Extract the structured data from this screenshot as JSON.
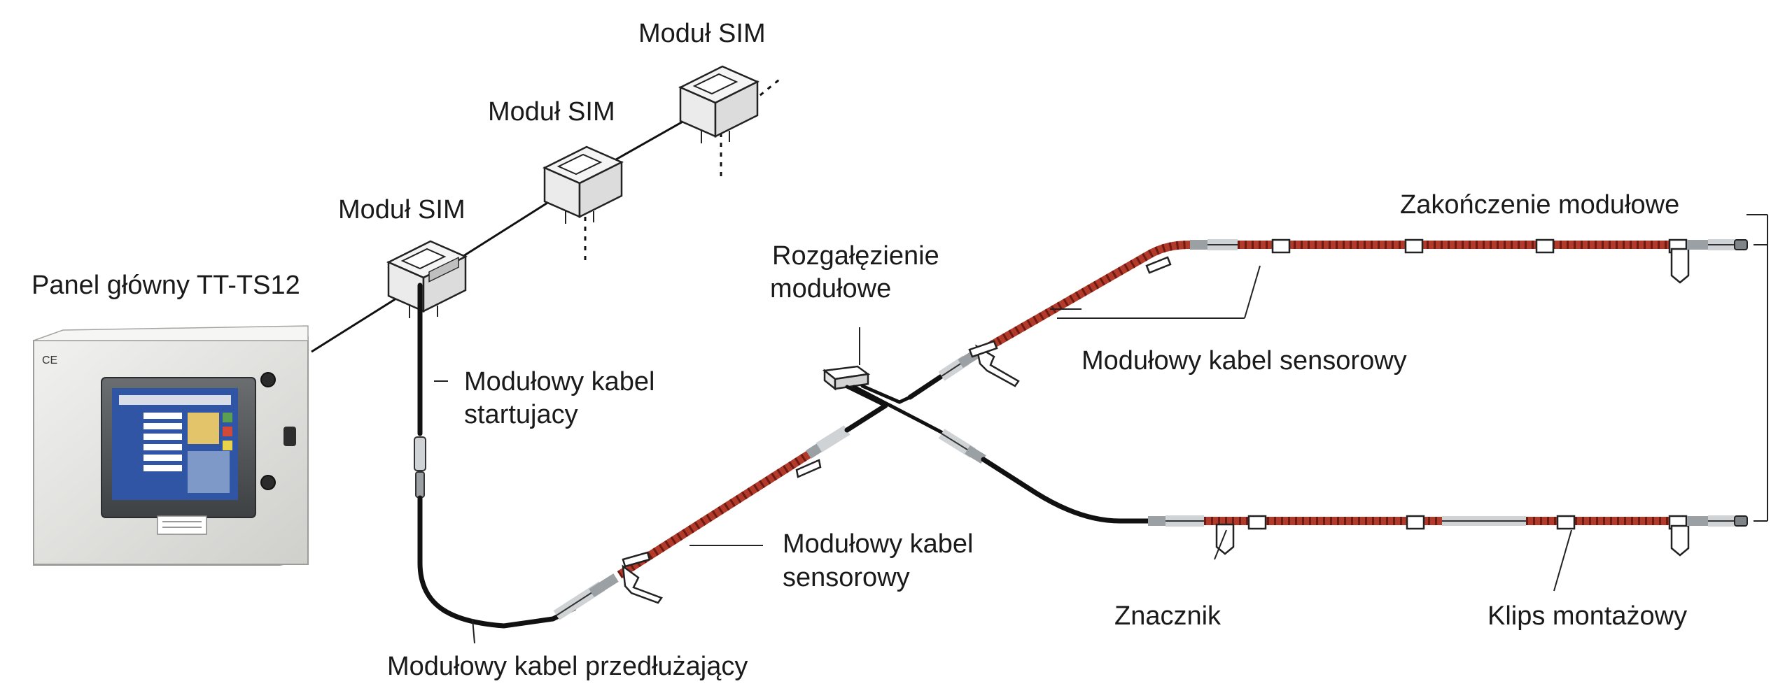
{
  "labels": {
    "sim_module_1": "Moduł SIM",
    "sim_module_2": "Moduł SIM",
    "sim_module_3": "Moduł SIM",
    "main_panel": "Panel główny TT-TS12",
    "start_cable_line1": "Modułowy kabel",
    "start_cable_line2": "startujacy",
    "extension_cable": "Modułowy kabel przedłużający",
    "sensor_cable_left_line1": "Modułowy kabel",
    "sensor_cable_left_line2": "sensorowy",
    "branch_line1": "Rozgałęzienie",
    "branch_line2": "modułowe",
    "sensor_cable_right": "Modułowy kabel sensorowy",
    "end_module": "Zakończenie modułowe",
    "marker": "Znacznik",
    "mounting_clip": "Klips montażowy"
  },
  "panel": {
    "ce_mark": "CE"
  },
  "colors": {
    "sensor_cable": "#b23a2a",
    "cabinet": "#e6e6e4",
    "screen_blue": "#2f55a4"
  }
}
